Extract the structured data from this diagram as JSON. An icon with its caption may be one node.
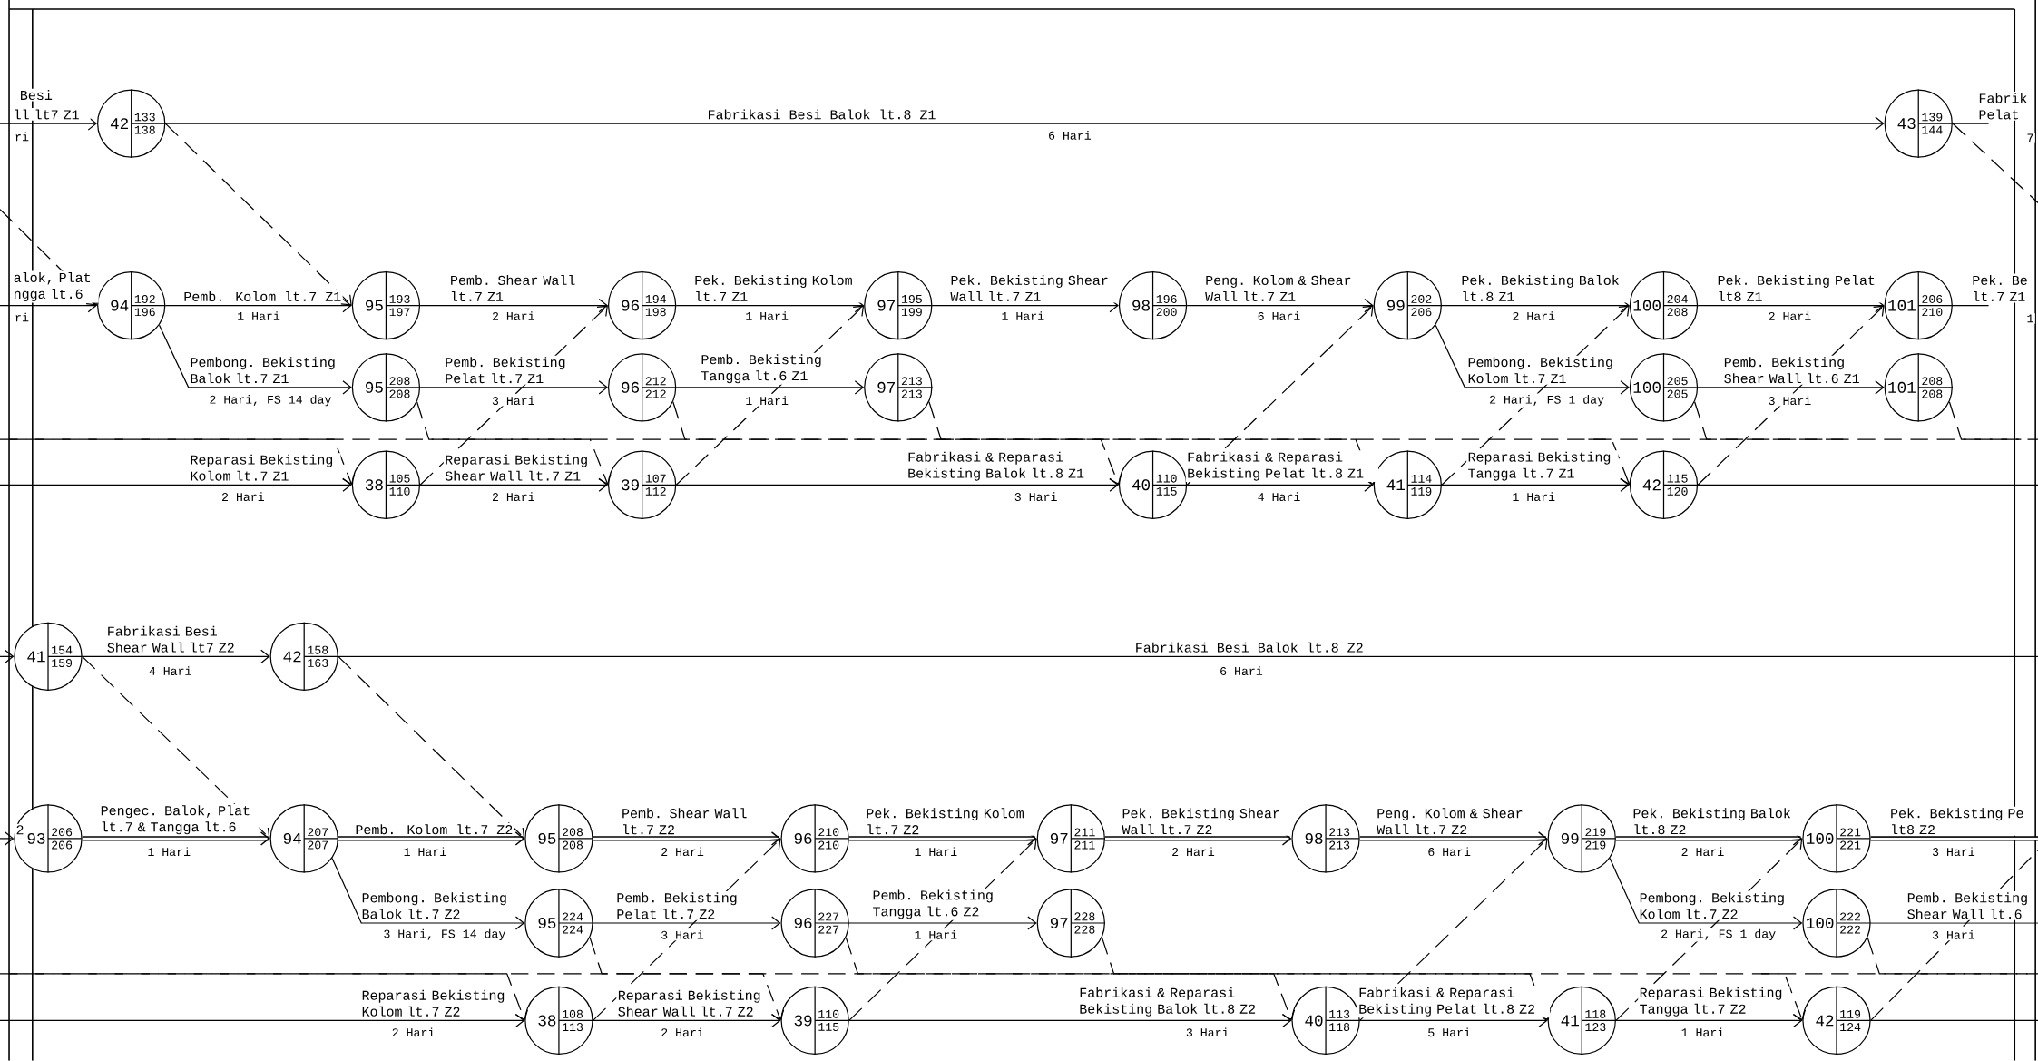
{
  "diagram": {
    "nodes": [
      {
        "text": [
          "42",
          "133",
          "138"
        ]
      },
      {
        "text": [
          "43",
          "139",
          "144"
        ]
      },
      {
        "text": [
          "94",
          "192",
          "196"
        ]
      },
      {
        "text": [
          "95",
          "193",
          "197"
        ]
      },
      {
        "text": [
          "96",
          "194",
          "198"
        ]
      },
      {
        "text": [
          "97",
          "195",
          "199"
        ]
      },
      {
        "text": [
          "98",
          "196",
          "200"
        ]
      },
      {
        "text": [
          "99",
          "202",
          "206"
        ]
      },
      {
        "text": [
          "100",
          "204",
          "208"
        ]
      },
      {
        "text": [
          "101",
          "206",
          "210"
        ]
      },
      {
        "text": [
          "95",
          "208",
          "208"
        ]
      },
      {
        "text": [
          "96",
          "212",
          "212"
        ]
      },
      {
        "text": [
          "97",
          "213",
          "213"
        ]
      },
      {
        "text": [
          "100",
          "205",
          "205"
        ]
      },
      {
        "text": [
          "101",
          "208",
          "208"
        ]
      },
      {
        "text": [
          "38",
          "105",
          "110"
        ]
      },
      {
        "text": [
          "39",
          "107",
          "112"
        ]
      },
      {
        "text": [
          "40",
          "110",
          "115"
        ]
      },
      {
        "text": [
          "41",
          "114",
          "119"
        ]
      },
      {
        "text": [
          "42",
          "115",
          "120"
        ]
      },
      {
        "text": [
          "41",
          "154",
          "159"
        ]
      },
      {
        "text": [
          "42",
          "158",
          "163"
        ]
      },
      {
        "text": [
          "93",
          "206",
          "206"
        ]
      },
      {
        "text": [
          "94",
          "207",
          "207"
        ]
      },
      {
        "text": [
          "95",
          "208",
          "208"
        ]
      },
      {
        "text": [
          "96",
          "210",
          "210"
        ]
      },
      {
        "text": [
          "97",
          "211",
          "211"
        ]
      },
      {
        "text": [
          "98",
          "213",
          "213"
        ]
      },
      {
        "text": [
          "99",
          "219",
          "219"
        ]
      },
      {
        "text": [
          "100",
          "221",
          "221"
        ]
      },
      {
        "text": [
          "95",
          "224",
          "224"
        ]
      },
      {
        "text": [
          "96",
          "227",
          "227"
        ]
      },
      {
        "text": [
          "97",
          "228",
          "228"
        ]
      },
      {
        "text": [
          "100",
          "222",
          "222"
        ]
      },
      {
        "text": [
          "38",
          "108",
          "113"
        ]
      },
      {
        "text": [
          "39",
          "110",
          "115"
        ]
      },
      {
        "text": [
          "40",
          "113",
          "118"
        ]
      },
      {
        "text": [
          "41",
          "118",
          "123"
        ]
      },
      {
        "text": [
          "42",
          "119",
          "124"
        ]
      }
    ],
    "edges": [
      {
        "from": null,
        "to": 0,
        "arrow": "to",
        "label": "ll lt7 Z1"
      },
      {
        "from": 0,
        "to": 1,
        "arrow": "to",
        "label": "Fabrikasi Besi Balok lt.8 Z1"
      },
      {
        "from": 1,
        "to": null,
        "arrow": "none",
        "label": "Fabrik Pelat"
      },
      {
        "from": 1,
        "to": null,
        "arrow": "none",
        "style": "dashed"
      },
      {
        "from": null,
        "to": 2,
        "arrow": "to",
        "style": "dashed"
      },
      {
        "from": null,
        "to": 2,
        "arrow": "to",
        "label": "alok, Plat ngga lt.6"
      },
      {
        "from": 2,
        "to": 3,
        "arrow": "to",
        "label": "Pemb. Kolom lt.7 Z1"
      },
      {
        "from": 3,
        "to": 4,
        "arrow": "to",
        "label": "Pemb. Shear Wall lt.7 Z1"
      },
      {
        "from": 4,
        "to": 5,
        "arrow": "to",
        "label": "Pek. Bekisting Kolom lt.7 Z1"
      },
      {
        "from": 5,
        "to": 6,
        "arrow": "to",
        "label": "Pek. Bekisting Shear Wall lt.7 Z1"
      },
      {
        "from": 6,
        "to": 7,
        "arrow": "to",
        "label": "Peng. Kolom & Shear Wall lt.7 Z1"
      },
      {
        "from": 7,
        "to": 8,
        "arrow": "to",
        "label": "Pek. Bekisting Balok lt.8 Z1"
      },
      {
        "from": 8,
        "to": 9,
        "arrow": "to",
        "label": "Pek. Bekisting Pelat lt8 Z1"
      },
      {
        "from": 9,
        "to": null,
        "arrow": "none",
        "label": "Pek. Be lt.7 Z1"
      },
      {
        "from": 0,
        "to": 3,
        "arrow": "to",
        "style": "dashed"
      },
      {
        "from": 2,
        "to": 10,
        "arrow": "to",
        "label": "Pembong. Bekisting Balok lt.7 Z1"
      },
      {
        "from": 10,
        "to": 11,
        "arrow": "to",
        "label": "Pemb. Bekisting Pelat lt.7 Z1"
      },
      {
        "from": 11,
        "to": 12,
        "arrow": "to",
        "label": "Pemb. Bekisting Tangga lt.6 Z1"
      },
      {
        "from": 7,
        "to": 13,
        "arrow": "to",
        "label": "Pembong. Bekisting Kolom lt.7 Z1"
      },
      {
        "from": 13,
        "to": 14,
        "arrow": "to",
        "label": "Pemb. Bekisting Shear Wall lt.6 Z1"
      },
      {
        "from": null,
        "to": 15,
        "arrow": "to",
        "label": "Reparasi Bekisting Kolom lt.7 Z1"
      },
      {
        "from": 15,
        "to": 16,
        "arrow": "to",
        "label": "Reparasi Bekisting Shear Wall lt.7 Z1"
      },
      {
        "from": 16,
        "to": 17,
        "arrow": "to",
        "label": "Fabrikasi & Reparasi Bekisting Balok lt.8 Z1"
      },
      {
        "from": 17,
        "to": 18,
        "arrow": "to",
        "label": "Fabrikasi & Reparasi Bekisting Pelat lt.8 Z1"
      },
      {
        "from": 18,
        "to": 19,
        "arrow": "to",
        "label": "Reparasi Bekisting Tangga lt.7 Z1"
      },
      {
        "from": 19,
        "to": null,
        "arrow": "none"
      },
      {
        "from": 15,
        "to": 4,
        "arrow": "to",
        "style": "dashed"
      },
      {
        "from": 16,
        "to": 5,
        "arrow": "to",
        "style": "dashed"
      },
      {
        "from": 17,
        "to": 7,
        "arrow": "to",
        "style": "dashed"
      },
      {
        "from": 18,
        "to": 8,
        "arrow": "to",
        "style": "dashed"
      },
      {
        "from": 19,
        "to": 9,
        "arrow": "to",
        "style": "dashed"
      },
      {
        "from": null,
        "to": 15,
        "arrow": "to",
        "style": "dashed"
      },
      {
        "from": 10,
        "to": 16,
        "arrow": "to",
        "style": "dashed"
      },
      {
        "from": 11,
        "to": 17,
        "arrow": "to",
        "style": "dashed"
      },
      {
        "from": 12,
        "to": 18,
        "arrow": "to",
        "style": "dashed"
      },
      {
        "from": null,
        "to": 19,
        "arrow": "to",
        "style": "dashed"
      },
      {
        "from": 13,
        "to": null,
        "arrow": "none",
        "style": "dashed"
      },
      {
        "from": 14,
        "to": null,
        "arrow": "none",
        "style": "dashed"
      },
      {
        "from": null,
        "to": 20,
        "arrow": "to"
      },
      {
        "from": 20,
        "to": 21,
        "arrow": "to",
        "label": "Fabrikasi Besi Shear Wall lt7 Z2"
      },
      {
        "from": 21,
        "to": null,
        "arrow": "none",
        "label": "Fabrikasi Besi Balok lt.8 Z2"
      },
      {
        "from": 20,
        "to": 23,
        "arrow": "to",
        "style": "dashed"
      },
      {
        "from": 21,
        "to": 24,
        "arrow": "to",
        "style": "dashed"
      },
      {
        "from": null,
        "to": 22,
        "arrow": "to",
        "label": "2"
      },
      {
        "from": 22,
        "to": 23,
        "arrow": "to",
        "style": "thick",
        "label": "Pengec. Balok, Plat lt.7 & Tangga lt.6"
      },
      {
        "from": 23,
        "to": 24,
        "arrow": "to",
        "style": "thick",
        "label": "Pemb. Kolom lt.7 Z2"
      },
      {
        "from": 24,
        "to": 25,
        "arrow": "to",
        "style": "thick",
        "label": "Pemb. Shear Wall lt.7 Z2"
      },
      {
        "from": 25,
        "to": 26,
        "arrow": "to",
        "style": "thick",
        "label": "Pek. Bekisting Kolom lt.7 Z2"
      },
      {
        "from": 26,
        "to": 27,
        "arrow": "to",
        "style": "thick",
        "label": "Pek. Bekisting Shear Wall lt.7 Z2"
      },
      {
        "from": 27,
        "to": 28,
        "arrow": "to",
        "style": "thick",
        "label": "Peng. Kolom & Shear Wall lt.7 Z2"
      },
      {
        "from": 28,
        "to": 29,
        "arrow": "to",
        "style": "thick",
        "label": "Pek. Bekisting Balok lt.8 Z2"
      },
      {
        "from": 29,
        "to": null,
        "arrow": "none",
        "style": "thick",
        "label": "Pek. Bekisting Pe lt8 Z2"
      },
      {
        "from": 23,
        "to": 30,
        "arrow": "to",
        "label": "Pembong. Bekisting Balok lt.7 Z2"
      },
      {
        "from": 30,
        "to": 31,
        "arrow": "to",
        "label": "Pemb. Bekisting Pelat lt.7 Z2"
      },
      {
        "from": 31,
        "to": 32,
        "arrow": "to",
        "label": "Pemb. Bekisting Tangga lt.6 Z2"
      },
      {
        "from": 28,
        "to": 33,
        "arrow": "to",
        "label": "Pembong. Bekisting Kolom lt.7 Z2"
      },
      {
        "from": 33,
        "to": null,
        "arrow": "none",
        "label": "Pemb. Bekisting Shear Wall lt.6"
      },
      {
        "from": null,
        "to": 34,
        "arrow": "to",
        "label": "Reparasi Bekisting Kolom lt.7 Z2"
      },
      {
        "from": 34,
        "to": 35,
        "arrow": "to",
        "label": "Reparasi Bekisting Shear Wall lt.7 Z2"
      },
      {
        "from": 35,
        "to": 36,
        "arrow": "to",
        "label": "Fabrikasi & Reparasi Bekisting Balok lt.8 Z2"
      },
      {
        "from": 36,
        "to": 37,
        "arrow": "to",
        "label": "Fabrikasi & Reparasi Bekisting Pelat lt.8 Z2"
      },
      {
        "from": 37,
        "to": 38,
        "arrow": "to",
        "label": "Reparasi Bekisting Tangga lt.7 Z2"
      },
      {
        "from": 38,
        "to": null,
        "arrow": "none"
      },
      {
        "from": 34,
        "to": 25,
        "arrow": "to",
        "style": "dashed"
      },
      {
        "from": 35,
        "to": 26,
        "arrow": "to",
        "style": "dashed"
      },
      {
        "from": 36,
        "to": 28,
        "arrow": "to",
        "style": "dashed"
      },
      {
        "from": 37,
        "to": 29,
        "arrow": "to",
        "style": "dashed"
      },
      {
        "from": 38,
        "to": null,
        "arrow": "none",
        "style": "dashed"
      },
      {
        "from": null,
        "to": 34,
        "arrow": "to",
        "style": "dashed"
      },
      {
        "from": 30,
        "to": 35,
        "arrow": "to",
        "style": "dashed"
      },
      {
        "from": 31,
        "to": 36,
        "arrow": "to",
        "style": "dashed"
      },
      {
        "from": 32,
        "to": 37,
        "arrow": "to",
        "style": "dashed"
      },
      {
        "from": null,
        "to": 38,
        "arrow": "to",
        "style": "dashed"
      },
      {
        "from": 33,
        "to": null,
        "arrow": "none",
        "style": "dashed"
      }
    ],
    "labels": [
      "Besi",
      "ri",
      "6 Hari",
      "7",
      "ri",
      "1 Hari",
      "2 Hari",
      "1 Hari",
      "1 Hari",
      "6 Hari",
      "2 Hari",
      "2 Hari",
      "1",
      "2 Hari, FS 14 day",
      "3 Hari",
      "1 Hari",
      "2 Hari, FS 1 day",
      "3 Hari",
      "2 Hari",
      "2 Hari",
      "3 Hari",
      "4 Hari",
      "1 Hari",
      "4 Hari",
      "6 Hari",
      "1 Hari",
      "1 Hari",
      "2 Hari",
      "1 Hari",
      "2 Hari",
      "6 Hari",
      "2 Hari",
      "3 Hari",
      "3 Hari, FS 14 day",
      "3 Hari",
      "1 Hari",
      "2 Hari, FS 1 day",
      "3 Hari",
      "2 Hari",
      "2 Hari",
      "3 Hari",
      "5 Hari",
      "1 Hari"
    ]
  }
}
